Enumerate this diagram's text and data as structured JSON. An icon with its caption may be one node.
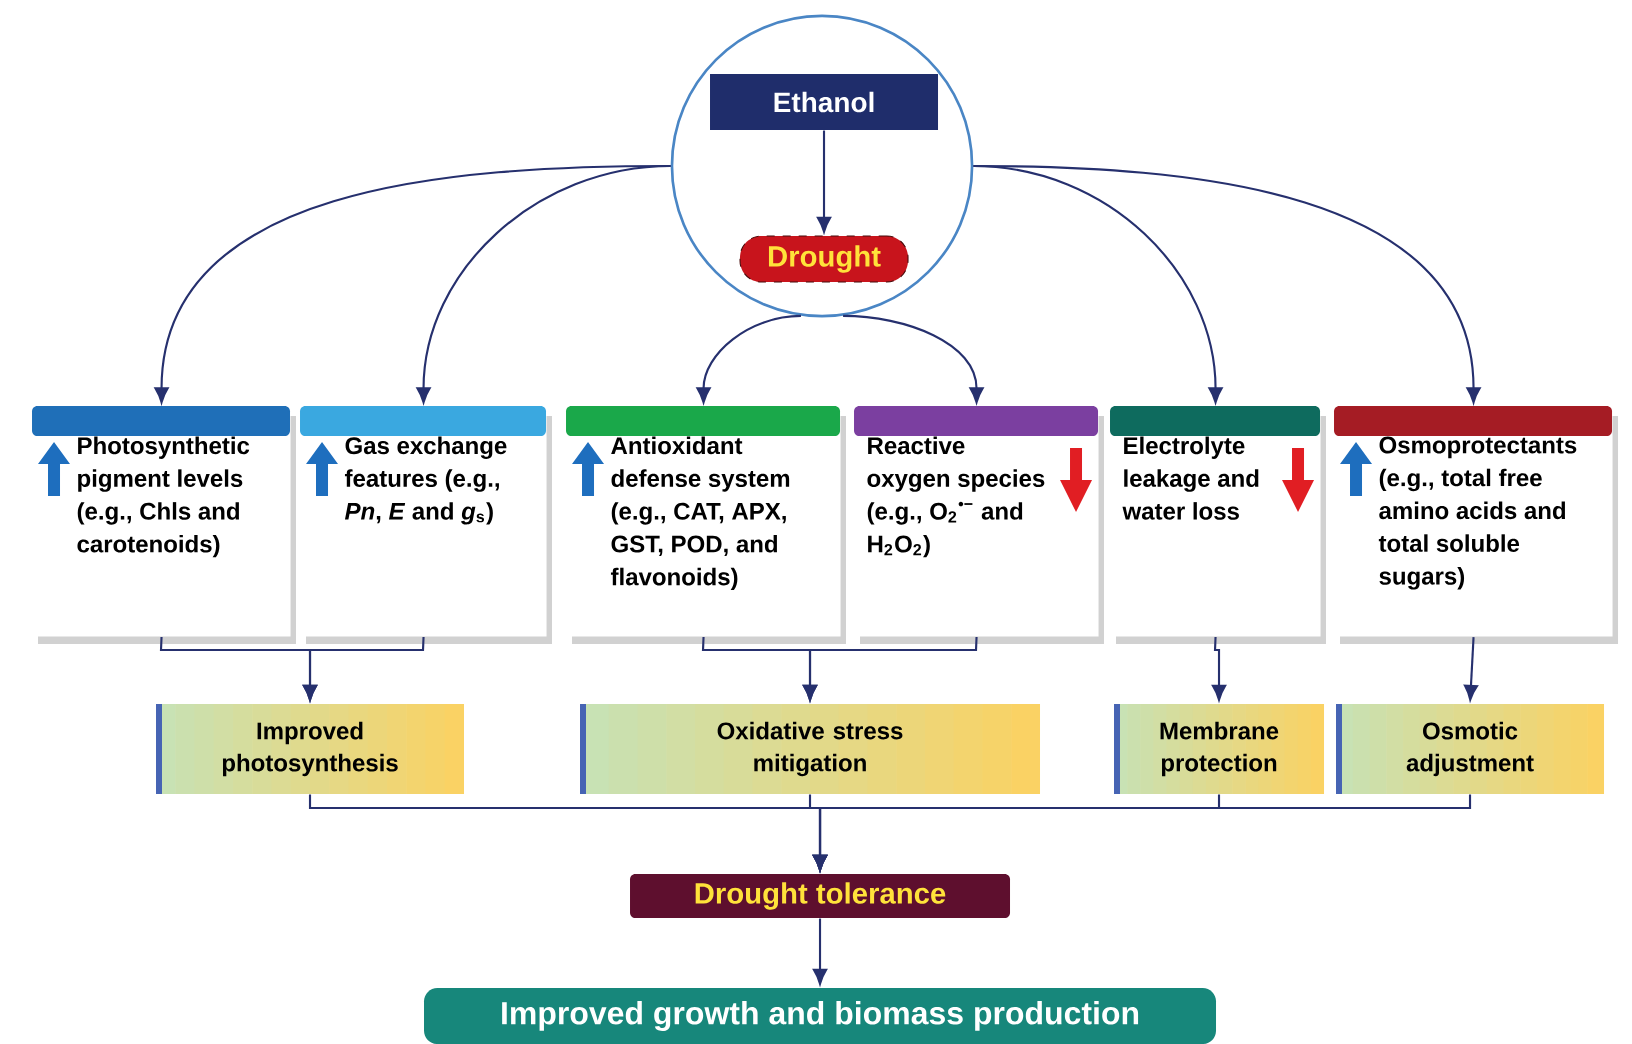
{
  "diagram": {
    "nodes": [
      {
        "text": [],
        "shape": "circle"
      },
      {
        "text": [
          "Ethanol"
        ],
        "in": 0
      },
      {
        "text": [
          "Drought"
        ],
        "in": 0
      },
      {
        "text": [
          "Photosynthetic pigment levels (e.g., Chls and carotenoids)"
        ]
      },
      {
        "text": [
          "Gas exchange features (e.g., *Pn*, *E* and *g*$_{s}$)"
        ]
      },
      {
        "text": [
          "Antioxidant defense system (e.g., CAT, APX, GST, POD, and flavonoids)"
        ]
      },
      {
        "text": [
          "Reactive oxygen species (e.g., O$_{2}$$^{•−}$ and H$_{2}$O$_{2}$)"
        ]
      },
      {
        "text": [
          "Electrolyte leakage and water loss"
        ]
      },
      {
        "text": [
          "Osmoprotectants (e.g., total free amino acids and total soluble sugars)"
        ]
      },
      {
        "text": [
          "Improved photosynthesis"
        ]
      },
      {
        "text": [
          "Oxidative stress mitigation"
        ]
      },
      {
        "text": [
          "Membrane protection"
        ]
      },
      {
        "text": [
          "Osmotic adjustment"
        ]
      },
      {
        "text": [
          "Drought tolerance"
        ]
      },
      {
        "text": [
          "Improved growth and biomass production"
        ]
      }
    ],
    "edges": [
      {
        "from": 1,
        "to": 2,
        "arrow": "to"
      },
      {
        "from": 0,
        "to": 3,
        "arrow": "to"
      },
      {
        "from": 0,
        "to": 4,
        "arrow": "to"
      },
      {
        "from": 0,
        "to": 5,
        "arrow": "to"
      },
      {
        "from": 0,
        "to": 6,
        "arrow": "to"
      },
      {
        "from": 0,
        "to": 7,
        "arrow": "to"
      },
      {
        "from": 0,
        "to": 8,
        "arrow": "to"
      },
      {
        "from": 3,
        "to": 9,
        "arrow": "to"
      },
      {
        "from": 4,
        "to": 9,
        "arrow": "to"
      },
      {
        "from": 5,
        "to": 10,
        "arrow": "to"
      },
      {
        "from": 6,
        "to": 10,
        "arrow": "to"
      },
      {
        "from": 7,
        "to": 11,
        "arrow": "to"
      },
      {
        "from": 8,
        "to": 12,
        "arrow": "to"
      },
      {
        "from": 9,
        "to": 13,
        "arrow": "to"
      },
      {
        "from": 10,
        "to": 13,
        "arrow": "to"
      },
      {
        "from": 11,
        "to": 13,
        "arrow": "to"
      },
      {
        "from": 12,
        "to": 13,
        "arrow": "to"
      },
      {
        "from": 13,
        "to": 14,
        "arrow": "to"
      }
    ]
  }
}
